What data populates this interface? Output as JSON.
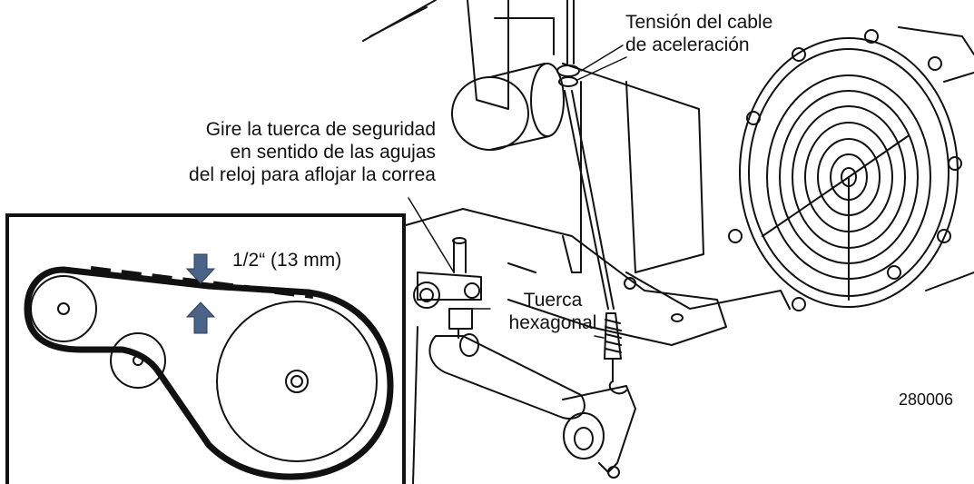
{
  "labels": {
    "throttle_tension_line1": "Tensión del cable",
    "throttle_tension_line2": "de aceleración",
    "lock_nut_line1": "Gire la tuerca de seguridad",
    "lock_nut_line2": "en sentido de las agujas",
    "lock_nut_line3": "del reloj para aflojar la correa",
    "belt_deflection": "1/2“ (13 mm)",
    "hex_nut_line1": "Tuerca",
    "hex_nut_line2": "hexagonal",
    "part_number": "280006"
  },
  "colors": {
    "line": "#111111",
    "arrow": "#4a6388",
    "background": "#ffffff"
  },
  "icons": {
    "deflection_arrows": "arrow-down-and-up"
  }
}
